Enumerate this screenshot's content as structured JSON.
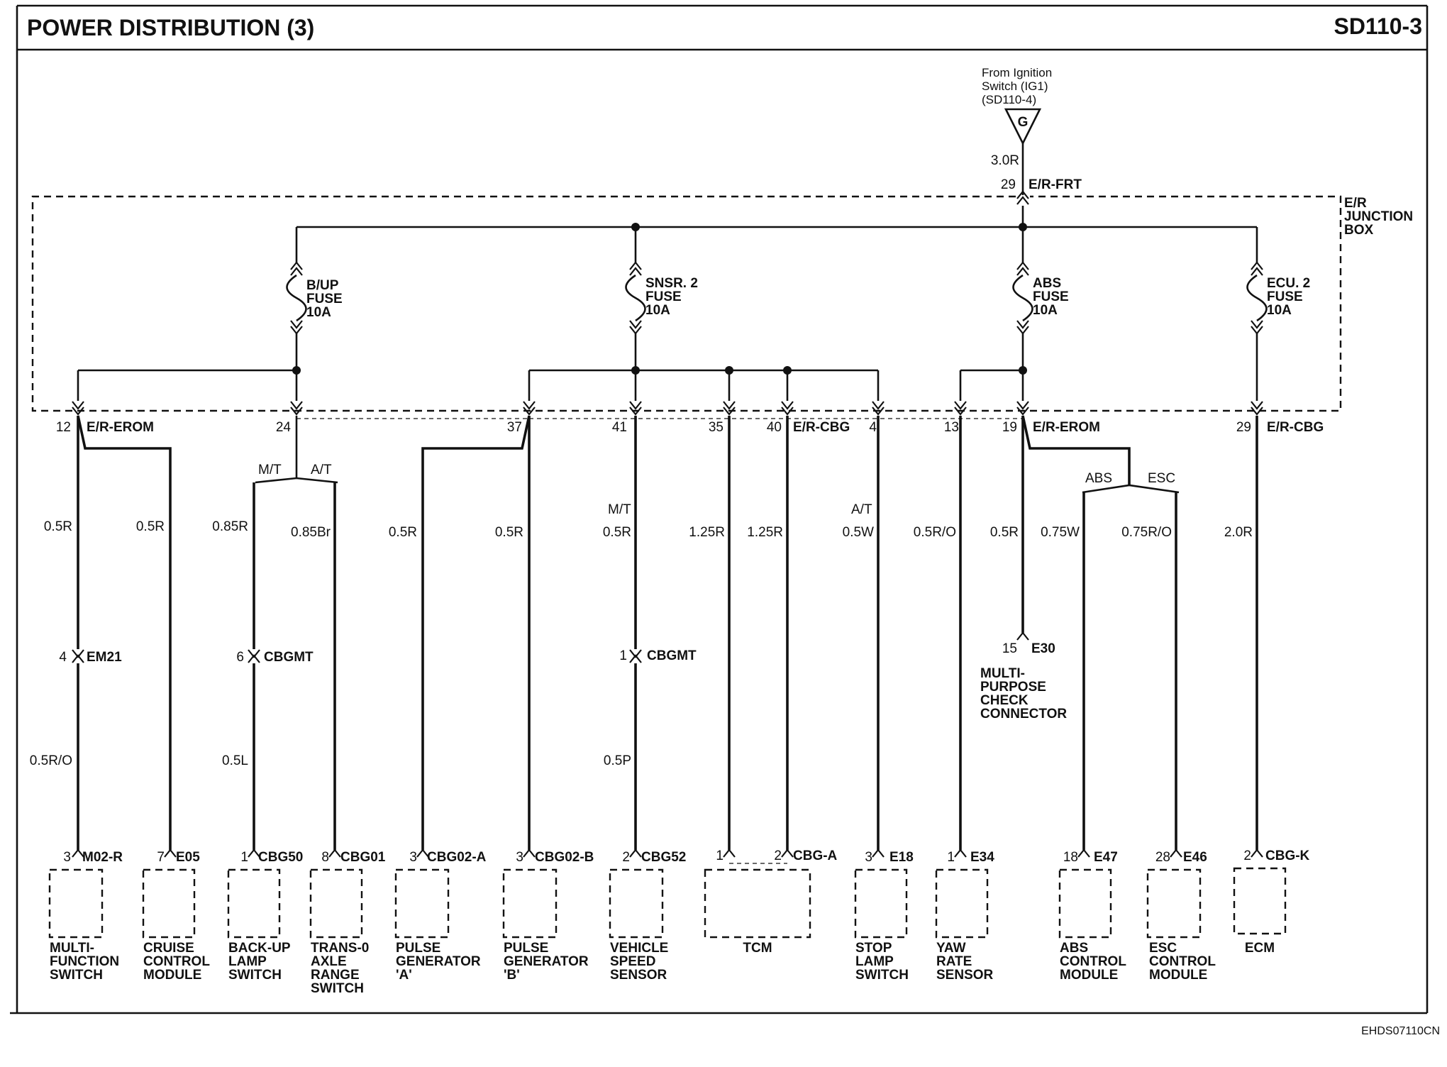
{
  "header": {
    "title": "POWER DISTRIBUTION (3)",
    "code": "SD110-3"
  },
  "footer": {
    "ref": "EHDS07110CN"
  },
  "source": {
    "line1": "From Ignition",
    "line2": "Switch (IG1)",
    "line3": "(SD110-4)",
    "connector": "G",
    "wire": "3.0R",
    "pin": "29",
    "terminal": "E/R-FRT"
  },
  "junction_box": {
    "line1": "E/R",
    "line2": "JUNCTION",
    "line3": "BOX"
  },
  "fuses": [
    {
      "l1": "B/UP",
      "l2": "FUSE",
      "l3": "10A"
    },
    {
      "l1": "SNSR. 2",
      "l2": "FUSE",
      "l3": "10A"
    },
    {
      "l1": "ABS",
      "l2": "FUSE",
      "l3": "10A"
    },
    {
      "l1": "ECU. 2",
      "l2": "FUSE",
      "l3": "10A"
    }
  ],
  "jb_pins": [
    "12",
    "24",
    "37",
    "41",
    "35",
    "40",
    "4",
    "13",
    "19",
    "29"
  ],
  "jb_connectors": {
    "erom_a": "E/R-EROM",
    "cbg_a": "E/R-CBG",
    "erom_b": "E/R-EROM",
    "cbg_b": "E/R-CBG"
  },
  "splits": {
    "mt": "M/T",
    "at": "A/T",
    "mt2": "M/T",
    "at2": "A/T",
    "abs": "ABS",
    "esc": "ESC"
  },
  "wires": {
    "mfs_upper": "0.5R",
    "cruise": "0.5R",
    "backup_upper": "0.85R",
    "trans": "0.85Br",
    "pga": "0.5R",
    "pgb": "0.5R",
    "vss_upper": "0.5R",
    "tcm1": "1.25R",
    "tcm2": "1.25R",
    "stop": "0.5W",
    "yaw": "0.5R/O",
    "mpcc": "0.5R",
    "abs": "0.75W",
    "esc": "0.75R/O",
    "ecm": "2.0R",
    "mfs_lower": "0.5R/O",
    "backup_lower": "0.5L",
    "vss_lower": "0.5P"
  },
  "inline_connectors": {
    "em21": {
      "pin": "4",
      "name": "EM21"
    },
    "cbgmt_a": {
      "pin": "6",
      "name": "CBGMT"
    },
    "cbgmt_b": {
      "pin": "1",
      "name": "CBGMT"
    }
  },
  "mpcc": {
    "pin": "15",
    "conn": "E30",
    "l1": "MULTI-",
    "l2": "PURPOSE",
    "l3": "CHECK",
    "l4": "CONNECTOR"
  },
  "components": [
    {
      "pin": "3",
      "conn": "M02-R",
      "lines": [
        "MULTI-",
        "FUNCTION",
        "SWITCH"
      ]
    },
    {
      "pin": "7",
      "conn": "E05",
      "lines": [
        "CRUISE",
        "CONTROL",
        "MODULE"
      ]
    },
    {
      "pin": "1",
      "conn": "CBG50",
      "lines": [
        "BACK-UP",
        "LAMP",
        "SWITCH"
      ]
    },
    {
      "pin": "8",
      "conn": "CBG01",
      "lines": [
        "TRANS-0",
        "AXLE",
        "RANGE",
        "SWITCH"
      ]
    },
    {
      "pin": "3",
      "conn": "CBG02-A",
      "lines": [
        "PULSE",
        "GENERATOR",
        "'A'"
      ]
    },
    {
      "pin": "3",
      "conn": "CBG02-B",
      "lines": [
        "PULSE",
        "GENERATOR",
        "'B'"
      ]
    },
    {
      "pin": "2",
      "conn": "CBG52",
      "lines": [
        "VEHICLE",
        "SPEED",
        "SENSOR"
      ]
    },
    {
      "pin": "1",
      "pin2": "2",
      "conn": "CBG-A",
      "lines": [
        "TCM"
      ]
    },
    {
      "pin": "3",
      "conn": "E18",
      "lines": [
        "STOP",
        "LAMP",
        "SWITCH"
      ]
    },
    {
      "pin": "1",
      "conn": "E34",
      "lines": [
        "YAW",
        "RATE",
        "SENSOR"
      ]
    },
    {
      "pin": "18",
      "conn": "E47",
      "lines": [
        "ABS",
        "CONTROL",
        "MODULE"
      ]
    },
    {
      "pin": "28",
      "conn": "E46",
      "lines": [
        "ESC",
        "CONTROL",
        "MODULE"
      ]
    },
    {
      "pin": "2",
      "conn": "CBG-K",
      "lines": [
        "ECM"
      ]
    }
  ]
}
